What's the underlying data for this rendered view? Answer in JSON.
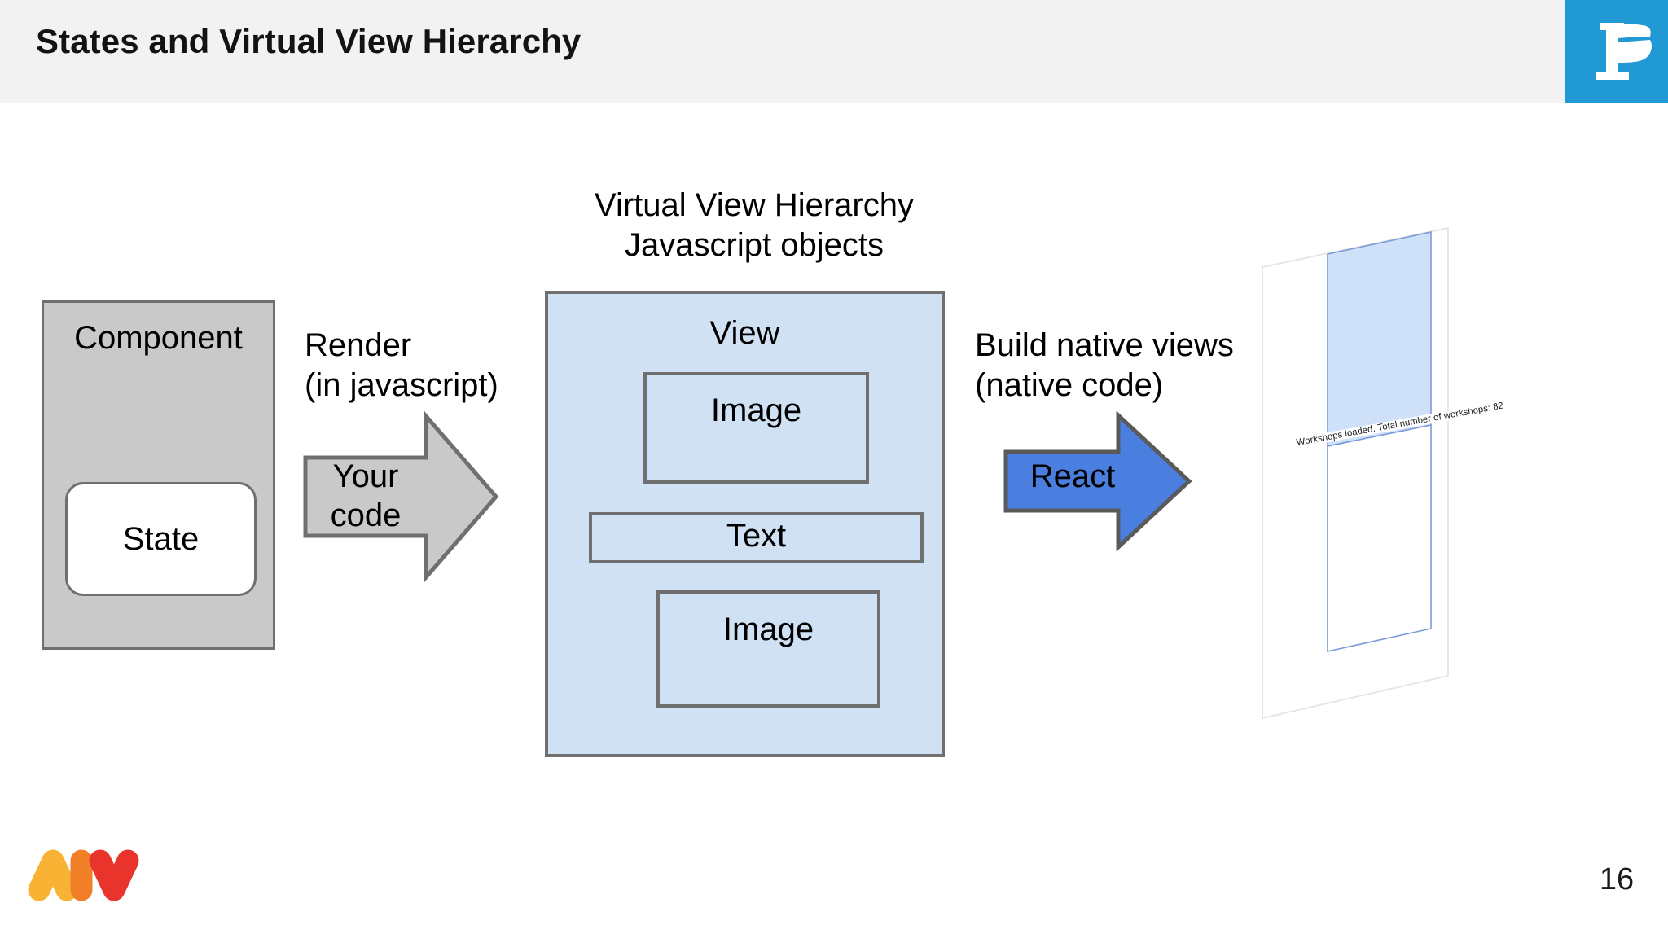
{
  "header": {
    "title": "States and Virtual View Hierarchy",
    "brand_icon": "p-logo-icon",
    "brand_color": "#2099d4",
    "background": "#f2f2f2"
  },
  "diagram": {
    "component": {
      "title": "Component",
      "fill": "#c9c9c9",
      "stroke": "#6f6f6f",
      "state": {
        "title": "State",
        "fill": "#ffffff",
        "stroke": "#6f6f6f"
      }
    },
    "render_arrow": {
      "caption": "Render\n(in javascript)",
      "label": "Your\ncode",
      "fill": "#c9c9c9",
      "stroke": "#6f6f6f"
    },
    "virtual_view_hierarchy": {
      "caption": "Virtual View Hierarchy\nJavascript objects",
      "root_label": "View",
      "fill": "#cfe1f3",
      "stroke": "#6f6f6f",
      "children": [
        {
          "label": "Image"
        },
        {
          "label": "Text"
        },
        {
          "label": "Image"
        }
      ]
    },
    "react_arrow": {
      "caption": "Build native views\n(native code)",
      "label": "React",
      "fill": "#4a7fe0",
      "stroke": "#5a5a5a"
    },
    "device": {
      "toast_text": "Workshops loaded. Total number of workshops: 82",
      "screen_fill": "#cfe1f8",
      "screen_stroke": "#6e90d0",
      "card_fill": "#ffffff",
      "card_stroke": "#e4e4e4"
    }
  },
  "footer": {
    "logo_icon": "mv-logo-icon",
    "logo_colors": [
      "#f9b233",
      "#f07f28",
      "#e8342a"
    ],
    "page_number": "16"
  }
}
